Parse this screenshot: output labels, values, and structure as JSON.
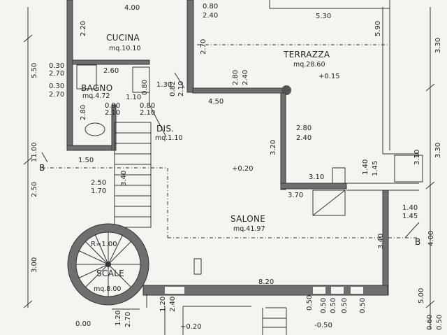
{
  "rooms": {
    "cucina": {
      "name": "CUCINA",
      "area": "mq.10.10"
    },
    "terrazza": {
      "name": "TERRAZZA",
      "area": "mq.28.60"
    },
    "bagno": {
      "name": "BAGNO",
      "area": "mq.4.72"
    },
    "dis": {
      "name": "DIS.",
      "area": "mq.1.10"
    },
    "salone": {
      "name": "SALONE",
      "area": "mq.41.97"
    },
    "scale": {
      "name": "SCALE",
      "area": "mq.8.00"
    }
  },
  "levels": {
    "terrazza": "+0.15",
    "salone_mid": "+0.20",
    "bottom_left": "0.00",
    "bottom_mid": "+0.20",
    "bottom_right": "-0.50"
  },
  "stair": {
    "radius": "R=1.00"
  },
  "section_marks": {
    "left": "B",
    "right": "B"
  },
  "dims": {
    "top_4_00": "4.00",
    "top_0_80": "0.80",
    "top_2_40": "2.40",
    "top_5_30": "5.30",
    "v_5_90": "5.90",
    "v_3_30_top": "3.30",
    "v_2_20": "2.20",
    "v_2_70": "2.70",
    "v_5_50": "5.50",
    "b_0_30": "0.30",
    "b_2_70": "2.70",
    "b_0_30b": "0.30",
    "b_2_70b": "2.70",
    "b_2_60": "2.60",
    "b_0_80": "0.80",
    "b_1_30": "1.30",
    "b_0_82": "0.82",
    "b_2_10": "2.10",
    "b_1_10": "1.10",
    "b_0_80b": "0.80",
    "b_2_10b": "2.10",
    "b_0_80c": "0.80",
    "b_2_10c": "2.10",
    "v_2_80": "2.80",
    "v_2_80b": "2.80",
    "v_2_40": "2.40",
    "h_4_50": "4.50",
    "t_2_80": "2.80",
    "t_2_40": "2.40",
    "v_3_20": "3.20",
    "v_3_30_mid": "3.30",
    "v_11_00": "11.00",
    "h_1_50": "1.50",
    "v_3_40": "3.40",
    "v_2_50": "2.50",
    "h_2_50": "2.50",
    "h_1_70": "1.70",
    "h_3_10": "3.10",
    "h_3_70": "3.70",
    "v_1_40": "1.40",
    "v_1_45": "1.45",
    "h_1_40": "1.40",
    "h_1_45": "1.45",
    "v_3_10": "3.10",
    "v_3_00": "3.00",
    "v_4_00": "4.00",
    "v_3_40b": "3.40",
    "h_8_20": "8.20",
    "v_1_20": "1.20",
    "v_2_70b": "2.70",
    "v_1_20b": "1.20",
    "v_2_40b": "2.40",
    "w_0_50a": "0.50",
    "w_0_50b": "0.50",
    "w_0_50c": "0.50",
    "w_0_50d": "0.50",
    "w_0_50e": "0.50",
    "v_0_50": "0.50",
    "v_5_00": "5.00",
    "v_0_60": "0.60"
  }
}
